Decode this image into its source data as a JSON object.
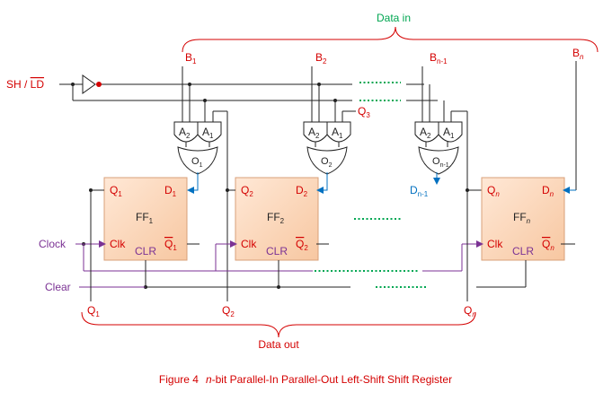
{
  "colors": {
    "wire": "#222222",
    "red": "#d40000",
    "green": "#00a651",
    "purple": "#7b3294",
    "blue": "#0070c0",
    "ff_fill_start": "#ffe8d6",
    "ff_fill_end": "#f7c7a1",
    "ff_stroke": "#d8a07a",
    "gate_stroke": "#222222",
    "dots": "#00a651",
    "caption": "#d40000"
  },
  "labels": {
    "data_in": "Data in",
    "data_out": "Data out",
    "sh_ld_main": "SH / ",
    "sh_ld_bar": "LD",
    "clock": "Clock",
    "clear": "Clear",
    "b1": "B",
    "b1_sub": "1",
    "b2": "B",
    "b2_sub": "2",
    "bn1": "B",
    "bn1_sub": "n-1",
    "bn": "B",
    "bn_sub": "n",
    "q3": "Q",
    "q3_sub": "3",
    "dn1": "D",
    "dn1_sub": "n-1",
    "out_q1": "Q",
    "out_q1_sub": "1",
    "out_q2": "Q",
    "out_q2_sub": "2",
    "out_qn": "Q",
    "out_qn_sub": "n"
  },
  "gates": [
    {
      "a2": "A",
      "a2_sub": "2",
      "a1": "A",
      "a1_sub": "1",
      "o": "O",
      "o_sub": "1"
    },
    {
      "a2": "A",
      "a2_sub": "2",
      "a1": "A",
      "a1_sub": "1",
      "o": "O",
      "o_sub": "2"
    },
    {
      "a2": "A",
      "a2_sub": "2",
      "a1": "A",
      "a1_sub": "1",
      "o": "O",
      "o_sub": "n-1"
    }
  ],
  "flipflops": [
    {
      "name": "FF",
      "name_sub": "1",
      "q": "Q",
      "q_sub": "1",
      "d": "D",
      "d_sub": "1",
      "clk": "Clk",
      "qbar": "Q",
      "qbar_sub": "1",
      "clr": "CLR"
    },
    {
      "name": "FF",
      "name_sub": "2",
      "q": "Q",
      "q_sub": "2",
      "d": "D",
      "d_sub": "2",
      "clk": "Clk",
      "qbar": "Q",
      "qbar_sub": "2",
      "clr": "CLR"
    },
    {
      "name": "FF",
      "name_sub": "n",
      "q": "Q",
      "q_sub": "n",
      "d": "D",
      "d_sub": "n",
      "clk": "Clk",
      "qbar": "Q",
      "qbar_sub": "n",
      "clr": "CLR"
    }
  ],
  "caption": {
    "prefix": "Figure 4",
    "italic": "n",
    "rest": "-bit Parallel-In  Parallel-Out Left-Shift Shift Register"
  }
}
